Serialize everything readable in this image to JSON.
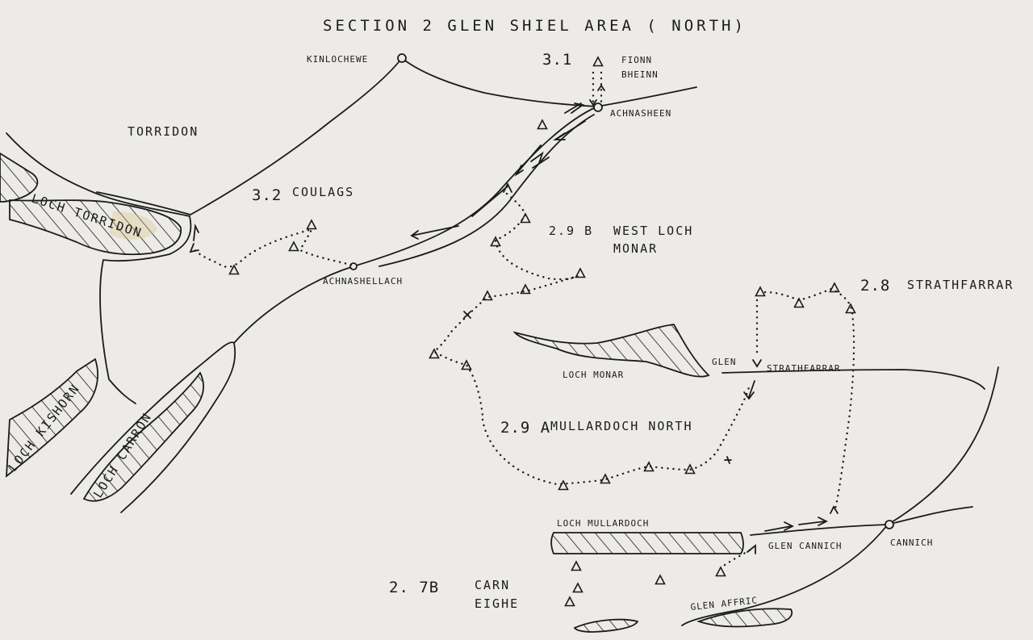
{
  "title": "SECTION 2   GLEN SHIEL AREA ( NORTH)",
  "colors": {
    "paper": "#ecebe7",
    "ink": "#1b1b1b",
    "stain": "#d9c48a"
  },
  "places": {
    "kinlochewe": "KINLOCHEWE",
    "torridon": "TORRIDON",
    "achnasheen": "ACHNASHEEN",
    "achnashellach": "ACHNASHELLACH",
    "cannich": "CANNICH"
  },
  "lochs": {
    "torridon": "LOCH TORRIDON",
    "kishorn": "LOCH KISHORN",
    "carron": "LOCH CARRON",
    "monar": "LOCH MONAR",
    "mullardoch": "LOCH MULLARDOCH"
  },
  "glens": {
    "glen_strathfarrar_a": "GLEN",
    "glen_strathfarrar_b": "STRATHFARRAR",
    "glen_cannich": "GLEN CANNICH",
    "glen_affric": "GLEN AFFRIC"
  },
  "routes": {
    "r31": {
      "num": "3.1",
      "name_a": "FIONN",
      "name_b": "BHEINN"
    },
    "r32": {
      "num": "3.2",
      "name": "COULAGS"
    },
    "r29b": {
      "num": "2.9 B",
      "name_a": "WEST LOCH",
      "name_b": "MONAR"
    },
    "r28": {
      "num": "2.8",
      "name": "STRATHFARRAR"
    },
    "r29a": {
      "num": "2.9 A",
      "name": "MULLARDOCH NORTH"
    },
    "r27b": {
      "num": "2. 7B",
      "name_a": "CARN",
      "name_b": "EIGHE"
    }
  }
}
